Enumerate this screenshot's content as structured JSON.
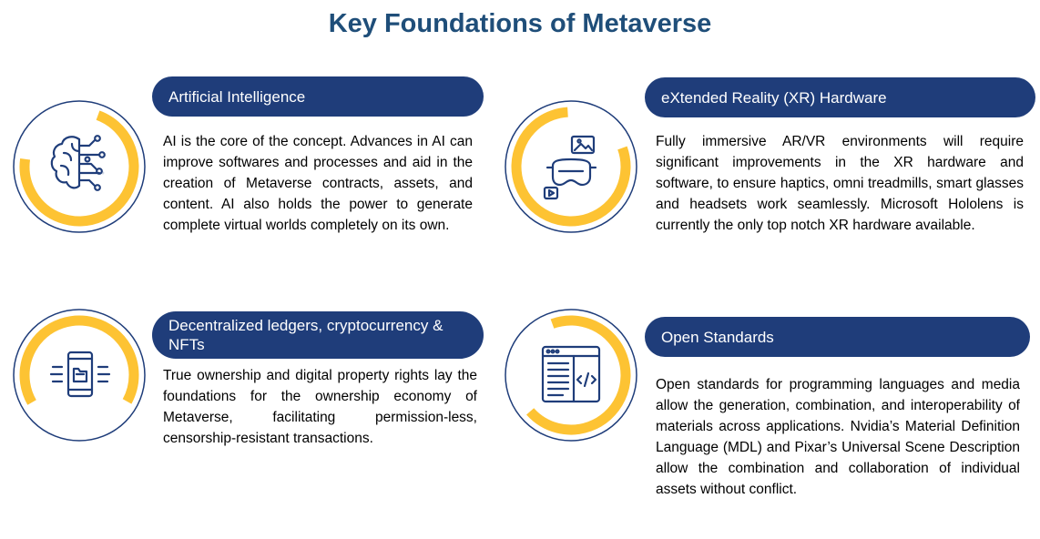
{
  "title": "Key Foundations of Metaverse",
  "colors": {
    "navy": "#1f3d7a",
    "title": "#1f4e79",
    "accent": "#fdc333",
    "icon": "#1f3d7a"
  },
  "cards": [
    {
      "heading": "Artificial Intelligence",
      "icon": "brain-circuit-icon",
      "text": "AI is the core of the concept. Advances in AI can improve softwares and processes and aid in the creation of Metaverse contracts, assets, and content. AI also holds the power to generate complete virtual worlds completely on its own."
    },
    {
      "heading": "eXtended Reality (XR) Hardware",
      "icon": "vr-headset-icon",
      "text": "Fully immersive AR/VR environments will require significant improvements in the XR hardware and software, to ensure haptics, omni treadmills, smart glasses and headsets work seamlessly. Microsoft Hololens is currently the only top notch XR hardware available."
    },
    {
      "heading": "Decentralized ledgers, cryptocurrency & NFTs",
      "icon": "mobile-wallet-icon",
      "text": "True ownership and digital property rights lay the foundations for the ownership economy of Metaverse, facilitating permission-less, censorship-resistant transactions."
    },
    {
      "heading": "Open Standards",
      "icon": "code-window-icon",
      "text": "Open standards  for programming languages and media allow the generation, combination, and interoperability of materials across applications. Nvidia’s Material Definition Language (MDL) and Pixar’s Universal Scene Description allow the combination and collaboration of individual assets without conflict."
    }
  ]
}
